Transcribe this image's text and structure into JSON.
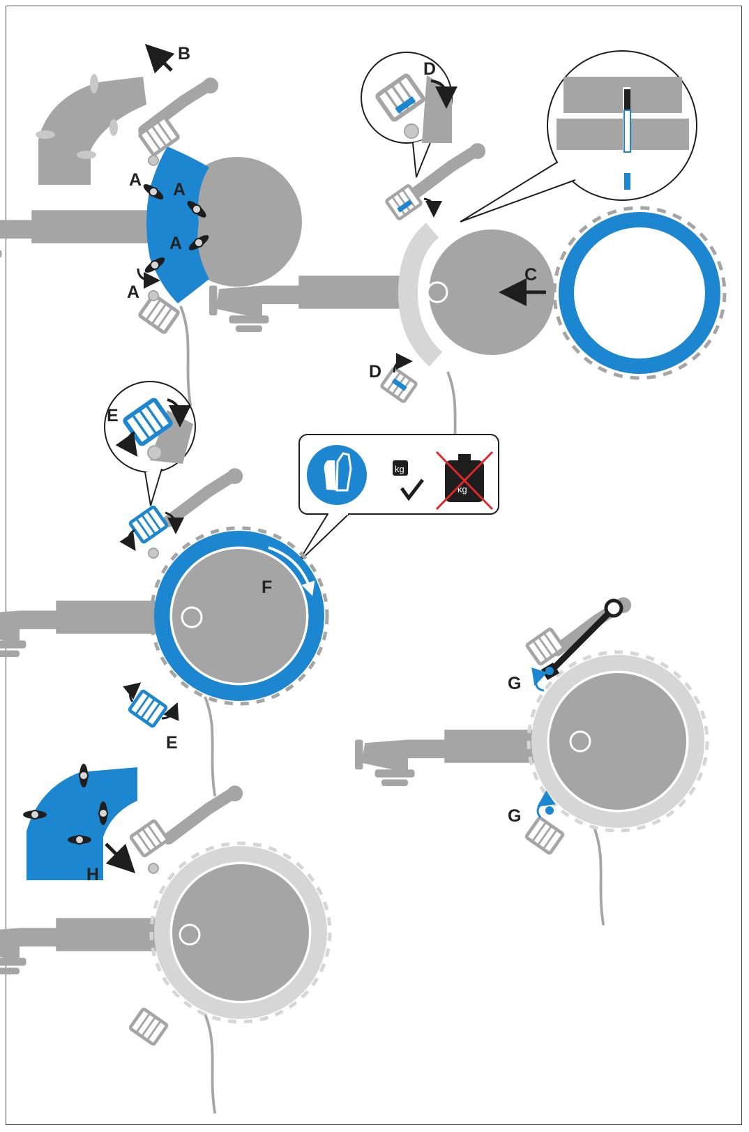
{
  "labels": {
    "A": "A",
    "B": "B",
    "C": "C",
    "D": "D",
    "E": "E",
    "F": "F",
    "G": "G",
    "H": "H",
    "kg": "kg"
  },
  "colors": {
    "machine_gray": "#a5a5a5",
    "dark_gray": "#9a9a9a",
    "light_gray": "#d6d6d6",
    "accent_blue": "#1c87d0",
    "black": "#1e1e1e",
    "prohibit_red": "#e02828"
  },
  "icons": [
    "gloves-icon",
    "weight-check-icon",
    "weight-prohibited-icon",
    "wrench-icon",
    "rotate-arrow-icon",
    "arrow-icon"
  ]
}
